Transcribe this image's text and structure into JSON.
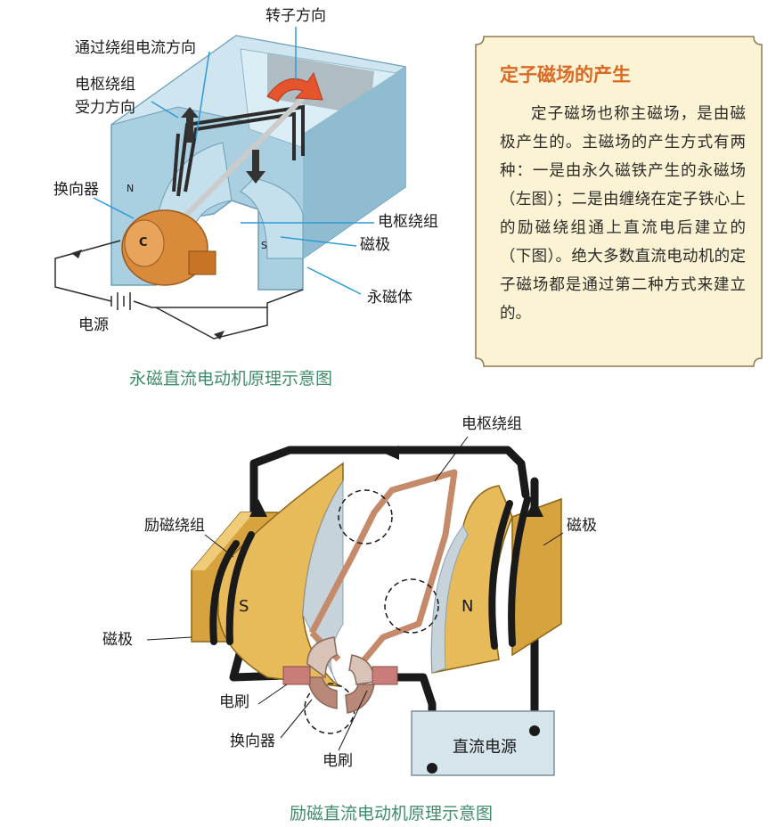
{
  "top_diagram": {
    "labels": {
      "rotor_direction": "转子方向",
      "current_direction": "通过绕组电流方向",
      "force_direction": "电枢绕组\n受力方向",
      "commutator": "换向器",
      "armature_winding": "电枢绕组",
      "magnetic_pole": "磁极",
      "permanent_magnet": "永磁体",
      "power_source": "电源",
      "pole_n": "N",
      "pole_s": "S",
      "commutator_mark": "C"
    },
    "caption": "永磁直流电动机原理示意图"
  },
  "info_panel": {
    "title": "定子磁场的产生",
    "body": "定子磁场也称主磁场，是由磁极产生的。主磁场的产生方式有两种：一是由永久磁铁产生的永磁场（左图）；二是由缠绕在定子铁心上的励磁绕组通上直流电后建立的（下图）。绝大多数直流电动机的定子磁场都是通过第二种方式来建立的。"
  },
  "bottom_diagram": {
    "labels": {
      "armature_winding": "电枢绕组",
      "field_winding": "励磁绕组",
      "magnetic_pole_right": "磁极",
      "magnetic_pole_left": "磁极",
      "brush_upper": "电刷",
      "commutator": "换向器",
      "brush_lower": "电刷",
      "dc_source": "直流电源",
      "pole_s": "S",
      "pole_n": "N"
    },
    "caption": "励磁直流电动机原理示意图"
  },
  "colors": {
    "caption_green": "#3f8c6b",
    "panel_title_orange": "#d96a26",
    "panel_bg": "#fbf3d3",
    "magnet_blue": "#b9d8e6",
    "pole_gold": "#e2b24a",
    "commutator_orange": "#d98a3a"
  }
}
